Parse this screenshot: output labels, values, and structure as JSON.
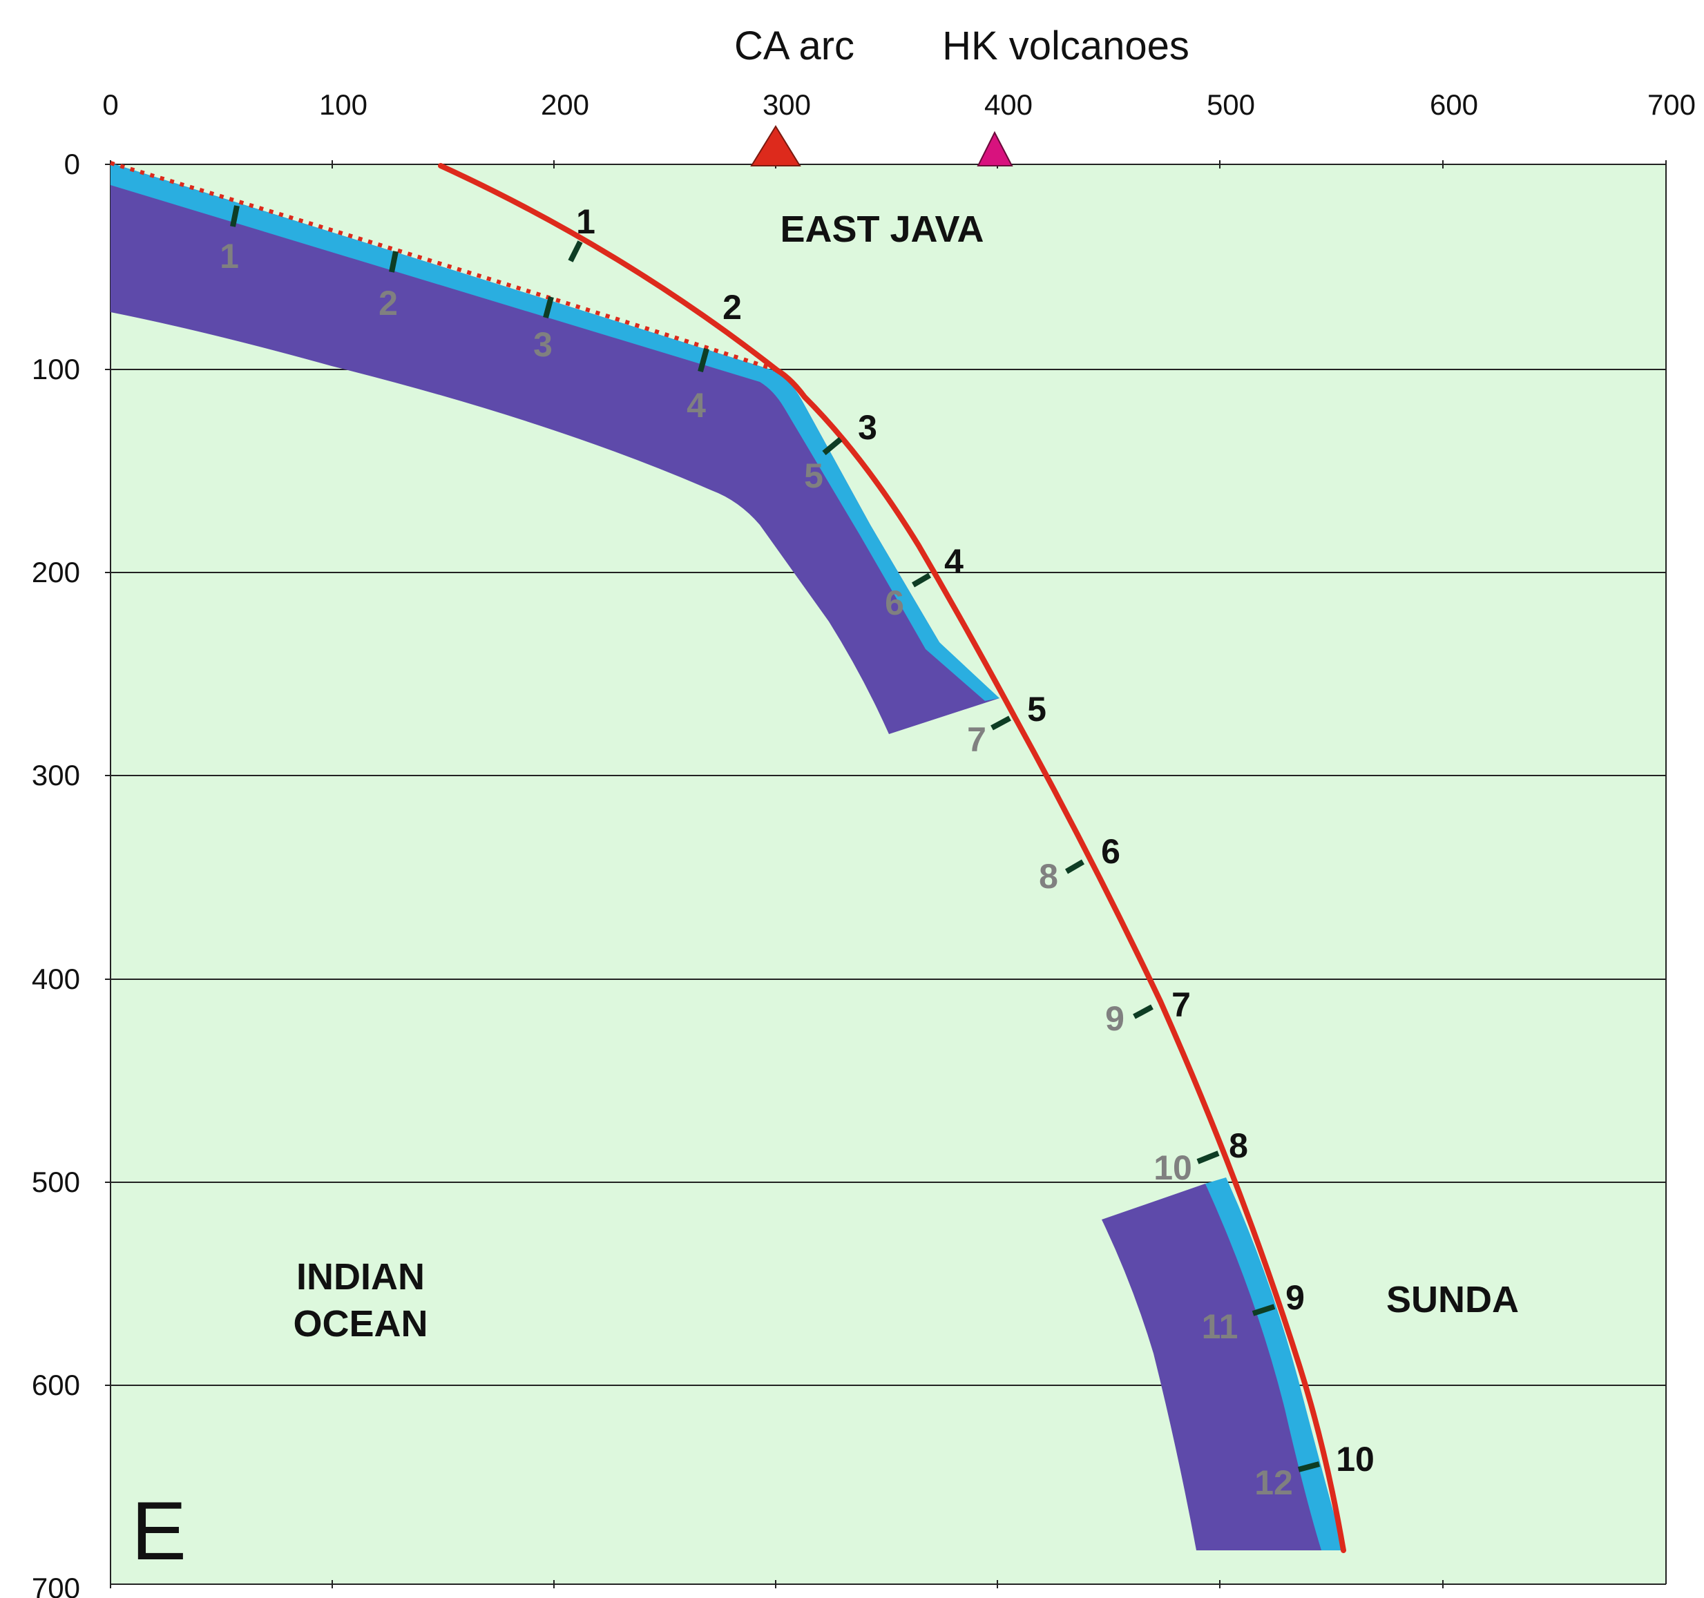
{
  "top_labels": {
    "ca_arc": "CA arc",
    "hk_volcanoes": "HK volcanoes"
  },
  "x_ticks": [
    "0",
    "100",
    "200",
    "300",
    "400",
    "500",
    "600",
    "700"
  ],
  "y_ticks": [
    "0",
    "100",
    "200",
    "300",
    "400",
    "500",
    "600",
    "700"
  ],
  "regions": {
    "east_java": "EAST JAVA",
    "indian_ocean_line1": "INDIAN",
    "indian_ocean_line2": "OCEAN",
    "sunda": "SUNDA"
  },
  "panel_letter": "E",
  "slab_markers_grey": [
    "1",
    "2",
    "3",
    "4",
    "5",
    "6",
    "7",
    "8",
    "9",
    "10",
    "11",
    "12"
  ],
  "surface_markers_black": [
    "1",
    "2",
    "3",
    "4",
    "5",
    "6",
    "7",
    "8",
    "9",
    "10"
  ],
  "colors": {
    "background": "#ddf8dd",
    "slab_body": "#5e4aaa",
    "slab_top": "#2aaee0",
    "red_line": "#dd2a1c",
    "marker_tick": "#0e3d24",
    "ca_arc_triangle": "#dd2a1c",
    "hk_triangle": "#d8127e",
    "grey_text": "#808080"
  },
  "icons": {
    "ca_arc_marker": "red-triangle",
    "hk_marker": "magenta-triangle"
  }
}
